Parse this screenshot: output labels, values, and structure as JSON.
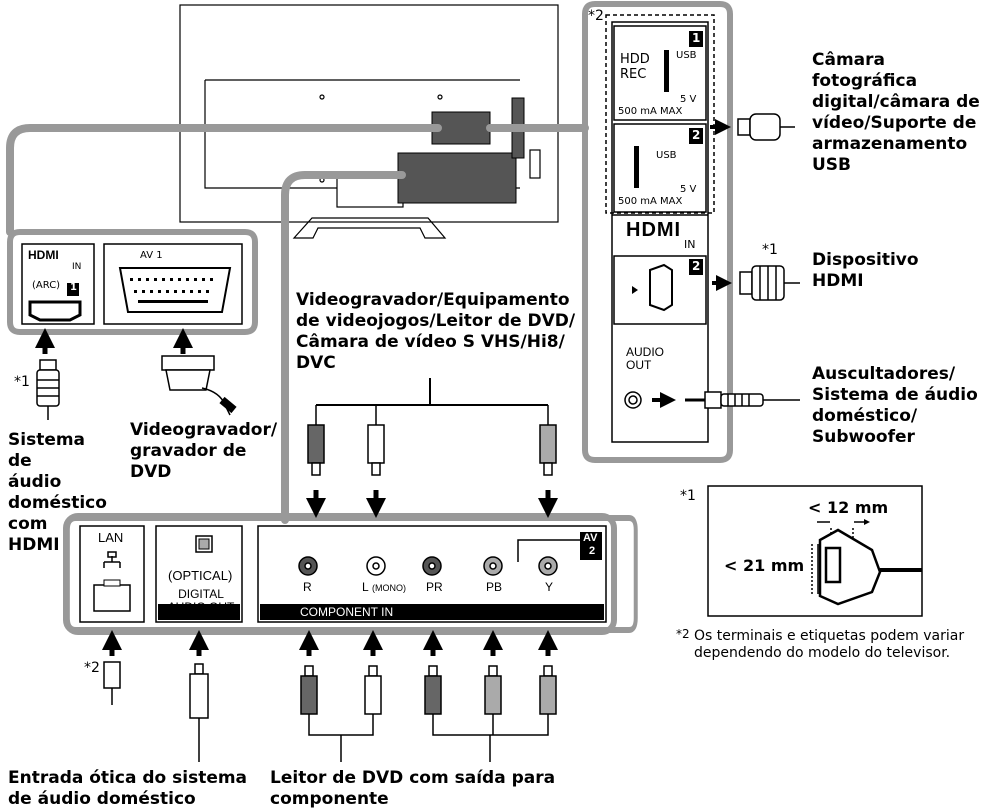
{
  "labels": {
    "camera": "Câmara fotográfica digital/câmara de vídeo/Suporte de armazenamento USB",
    "hdmi_device": "Dispositivo HDMI",
    "headphones": "Auscultadores/ Sistema de áudio doméstico/ Subwoofer",
    "video_recorder_group": "Videogravador/Equipamento de videojogos/Leitor de DVD/ Câmara de vídeo S VHS/Hi8/ DVC",
    "vcr_dvd_recorder": "Videogravador/ gravador de DVD",
    "home_audio_hdmi": "Sistema de áudio doméstico com HDMI",
    "optical_input": "Entrada ótica do sistema de áudio doméstico",
    "dvd_component": "Leitor de DVD com saída para componente"
  },
  "ports": {
    "hdd_rec": "HDD REC",
    "usb": "USB",
    "usb1_num": "1",
    "usb2_num": "2",
    "power": "5 V",
    "current": "500 mA MAX",
    "hdmi_in": "IN",
    "hdmi2_num": "2",
    "hdmi_arc": "(ARC)",
    "hdmi1_num": "1",
    "audio_out": "AUDIO OUT",
    "av1": "AV 1",
    "lan": "LAN",
    "optical": "(OPTICAL)",
    "digital_audio_out": "DIGITAL AUDIO OUT",
    "component_in": "COMPONENT IN",
    "av2": "AV",
    "av2_num": "2",
    "r": "R",
    "l_mono": "L",
    "mono": "(MONO)",
    "pr": "PR",
    "pb": "PB",
    "y": "Y"
  },
  "notes": {
    "star1": "*1",
    "star2": "*2",
    "size_width": "< 12 mm",
    "size_height": "< 21 mm",
    "footnote_marker": "*2",
    "footnote": "Os terminais e etiquetas podem variar dependendo do modelo do televisor."
  }
}
